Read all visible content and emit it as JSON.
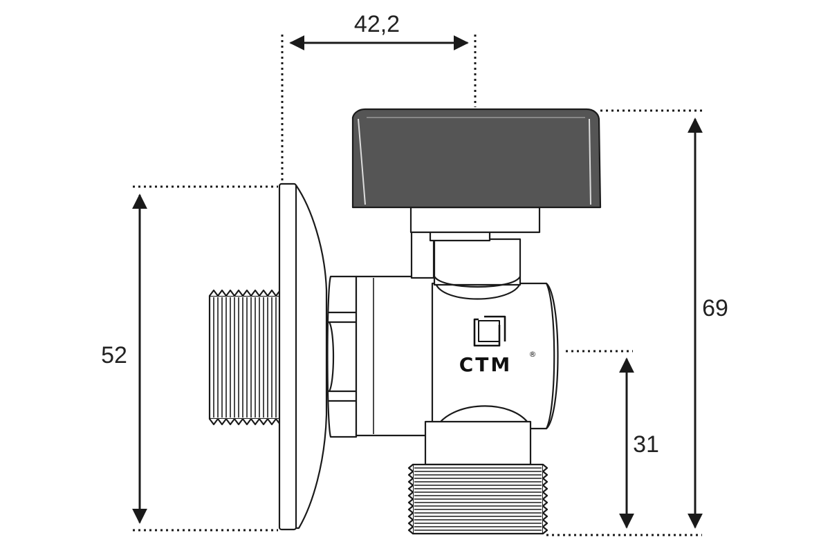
{
  "dimensions": {
    "top_width": "42,2",
    "total_height": "69",
    "flange_height": "52",
    "outlet_height": "31"
  },
  "logo": {
    "text": "CTM",
    "registered": "®"
  },
  "colors": {
    "line": "#1a1a1a",
    "handle_fill": "#555555",
    "body_fill": "#ffffff",
    "dim_line": "#1a1a1a"
  }
}
